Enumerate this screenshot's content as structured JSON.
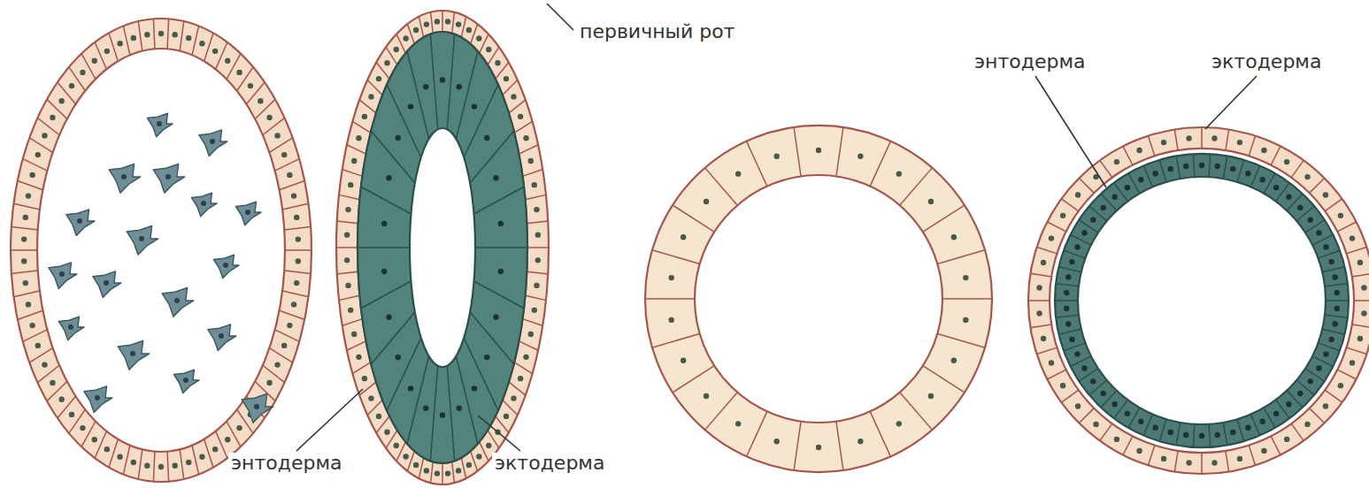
{
  "diagram": {
    "labels": [
      "первичный рот",
      "энтодерма",
      "эктодерма",
      "энтодерма",
      "эктодерма"
    ]
  }
}
